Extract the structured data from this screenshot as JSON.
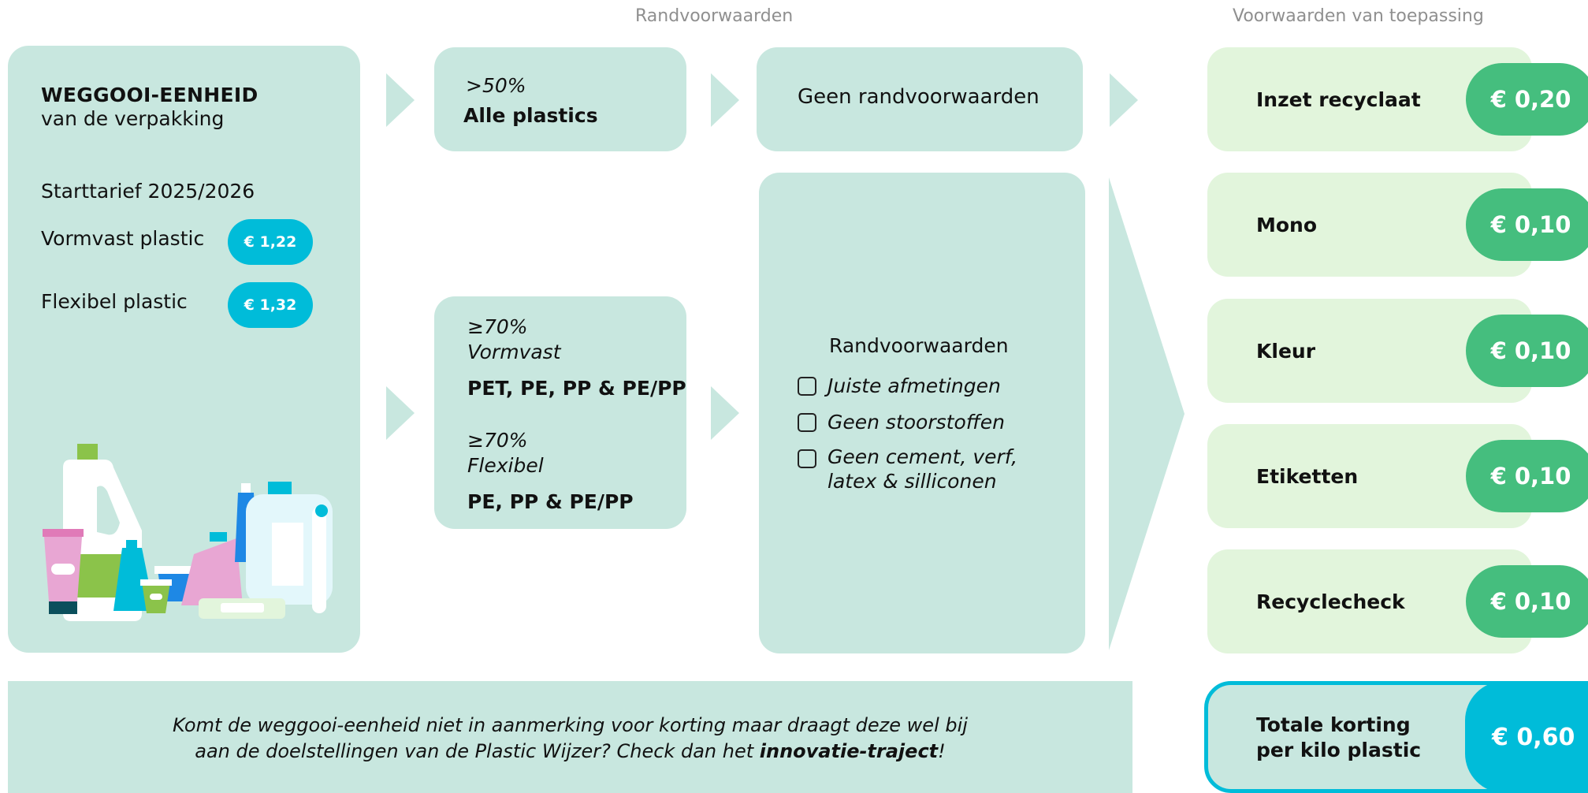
{
  "headers": {
    "middle": "Randvoorwaarden",
    "right": "Voorwaarden van toepassing"
  },
  "unit": {
    "title": "WEGGOOI-EENHEID",
    "subtitle": "van de verpakking",
    "start_rate_label": "Starttarief 2025/2026",
    "rates": [
      {
        "label": "Vormvast plastic",
        "price": "€ 1,22"
      },
      {
        "label": "Flexibel plastic",
        "price": "€ 1,32"
      }
    ]
  },
  "top_path": {
    "percent": ">50%",
    "materials": "Alle plastics",
    "condition": "Geen randvoorwaarden"
  },
  "bottom_path": {
    "rigid_percent": "≥70%",
    "rigid_label": "Vormvast",
    "rigid_materials": "PET, PE, PP & PE/PP",
    "flex_percent": "≥70%",
    "flex_label": "Flexibel",
    "flex_materials": "PE, PP & PE/PP",
    "conditions_title": "Randvoorwaarden",
    "conditions": [
      "Juiste afmetingen",
      "Geen stoorstoffen",
      "Geen cement, verf,",
      "latex & silliconen"
    ]
  },
  "benefits": [
    {
      "label": "Inzet recyclaat",
      "value": "€ 0,20"
    },
    {
      "label": "Mono",
      "value": "€ 0,10"
    },
    {
      "label": "Kleur",
      "value": "€ 0,10"
    },
    {
      "label": "Etiketten",
      "value": "€ 0,10"
    },
    {
      "label": "Recyclecheck",
      "value": "€ 0,10"
    }
  ],
  "total": {
    "label_line1": "Totale korting",
    "label_line2": "per kilo plastic",
    "value": "€ 0,60"
  },
  "footer": {
    "line1": "Komt de weggooi-eenheid niet in aanmerking voor korting maar draagt deze wel bij",
    "line2_pre": "aan de doelstellingen van de Plastic Wijzer? Check dan het ",
    "line2_link": "innovatie-traject",
    "line2_post": "!"
  },
  "colors": {
    "mint": "#c8e7df",
    "lime": "#e2f5dc",
    "green_pill": "#45be7e",
    "cyan_pill": "#00bcd9"
  }
}
